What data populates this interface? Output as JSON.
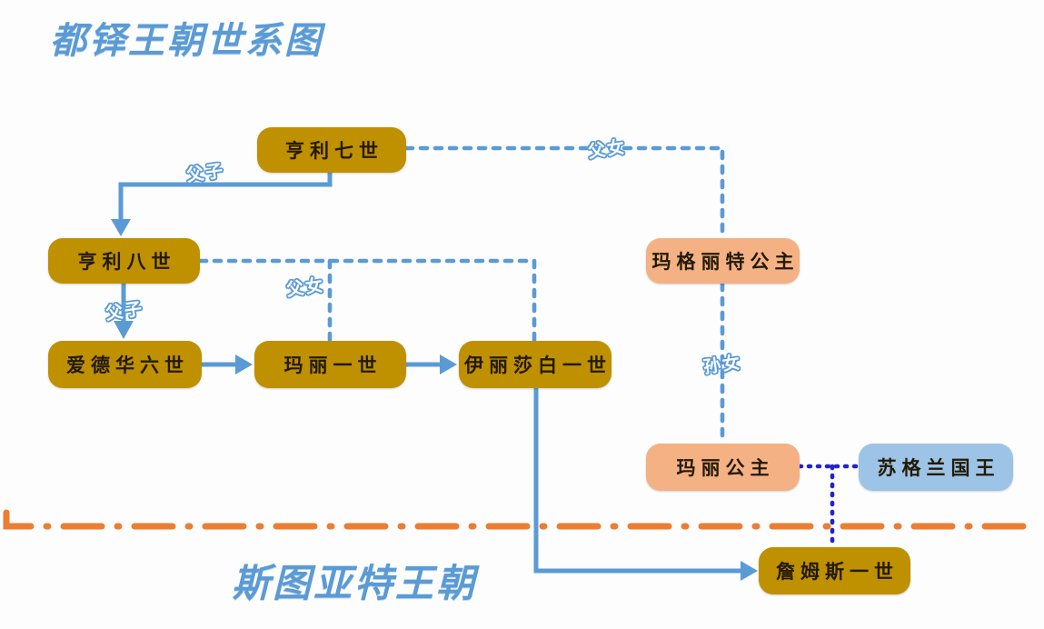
{
  "title": {
    "text": "都铎王朝世系图"
  },
  "footer_title": {
    "text": "斯图亚特王朝"
  },
  "nodes": [
    {
      "id": "henry-vii",
      "label": "亨利七世",
      "color": "#BF9000"
    },
    {
      "id": "henry-viii",
      "label": "亨利八世",
      "color": "#BF9000"
    },
    {
      "id": "edward-vi",
      "label": "爱德华六世",
      "color": "#BF9000"
    },
    {
      "id": "mary-i",
      "label": "玛丽一世",
      "color": "#BF9000"
    },
    {
      "id": "elizabeth-i",
      "label": "伊丽莎白一世",
      "color": "#BF9000"
    },
    {
      "id": "margaret",
      "label": "玛格丽特公主",
      "color": "#F4B183"
    },
    {
      "id": "mary-princess",
      "label": "玛丽公主",
      "color": "#F4B183"
    },
    {
      "id": "scotland-king",
      "label": "苏格兰国王",
      "color": "#9DC3E6"
    },
    {
      "id": "james-i",
      "label": "詹姆斯一世",
      "color": "#BF9000"
    }
  ],
  "edge_labels": [
    {
      "id": "henry7-to-henry8",
      "label": "父子"
    },
    {
      "id": "henry7-to-margaret",
      "label": "父女"
    },
    {
      "id": "henry8-to-edward6",
      "label": "父子"
    },
    {
      "id": "henry8-to-daughters",
      "label": "父女"
    },
    {
      "id": "margaret-to-mary",
      "label": "孙女"
    }
  ],
  "edges": [
    {
      "from": "henry-vii",
      "to": "henry-viii",
      "style": "solid-arrow",
      "label": "父子"
    },
    {
      "from": "henry-vii",
      "to": "margaret",
      "style": "dashed",
      "label": "父女"
    },
    {
      "from": "henry-viii",
      "to": "edward-vi",
      "style": "solid-arrow",
      "label": "父子"
    },
    {
      "from": "henry-viii",
      "to": "mary-i",
      "style": "dashed",
      "label": "父女"
    },
    {
      "from": "henry-viii",
      "to": "elizabeth-i",
      "style": "dashed",
      "label": "父女"
    },
    {
      "from": "edward-vi",
      "to": "mary-i",
      "style": "solid-arrow",
      "label": ""
    },
    {
      "from": "mary-i",
      "to": "elizabeth-i",
      "style": "solid-arrow",
      "label": ""
    },
    {
      "from": "margaret",
      "to": "mary-princess",
      "style": "dashed",
      "label": "孙女"
    },
    {
      "from": "mary-princess",
      "to": "scotland-king",
      "style": "dotted",
      "label": ""
    },
    {
      "from": "mary-princess",
      "to": "james-i",
      "style": "dotted",
      "label": ""
    },
    {
      "from": "elizabeth-i",
      "to": "james-i",
      "style": "solid-arrow",
      "label": ""
    }
  ],
  "colors": {
    "title_blue": "#5B9BD5",
    "node_gold": "#BF9000",
    "node_salmon": "#F4B183",
    "node_lightblue": "#9DC3E6",
    "edge_blue": "#5B9BD5",
    "edge_marriage_blue": "#2323CB",
    "divider_orange": "#ED7D31"
  }
}
